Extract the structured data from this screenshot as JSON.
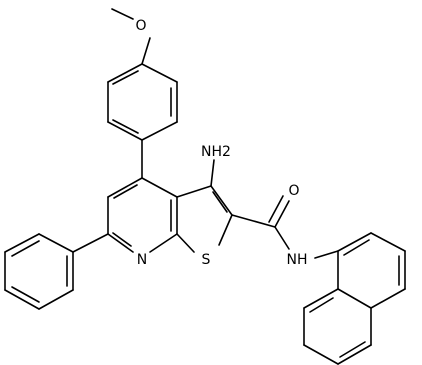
{
  "atoms": {
    "methoxy_o": "O",
    "amine": "NH2",
    "amide_o": "O",
    "amide_nh": "NH",
    "ring_n": "N",
    "ring_s": "S"
  },
  "colors": {
    "background": "#ffffff",
    "bond": "#000000",
    "label": "#000000"
  }
}
